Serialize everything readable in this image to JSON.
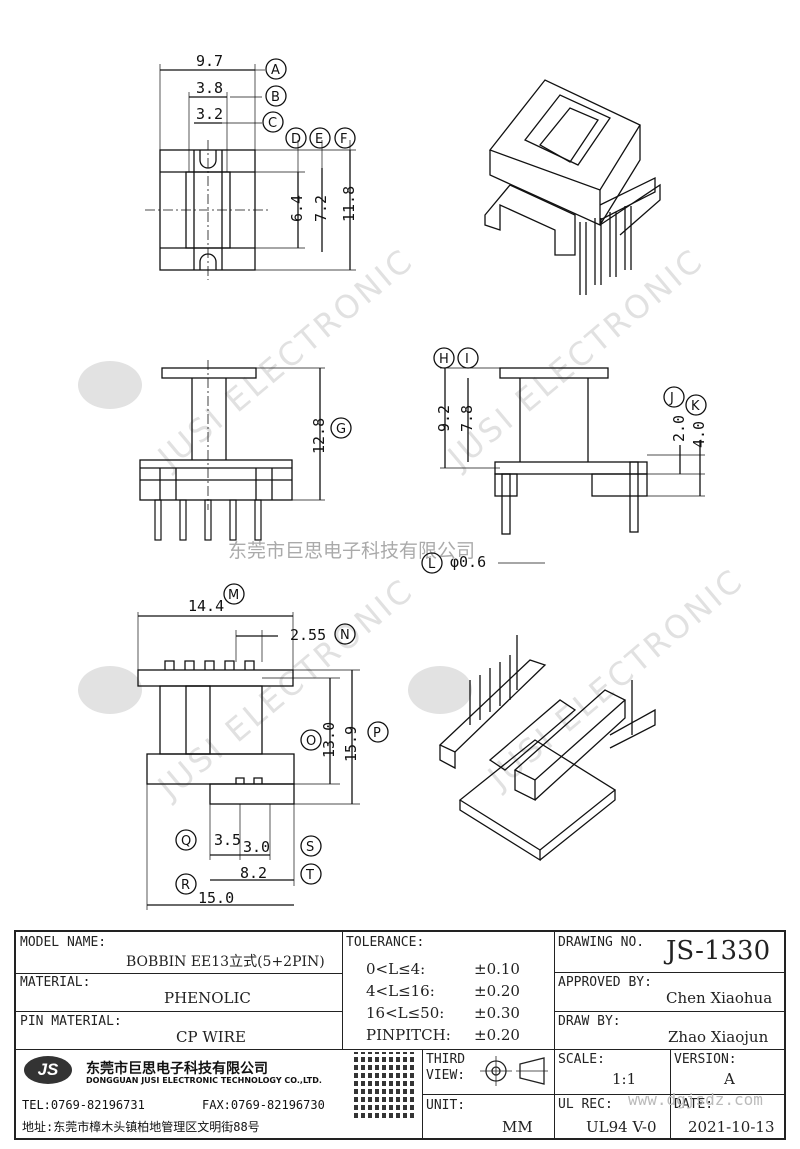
{
  "dimensions": {
    "A": "9.7",
    "B": "3.8",
    "C": "3.2",
    "D_E_F_v1": "6.4",
    "D_E_F_v2": "7.2",
    "D_E_F_v3": "11.8",
    "G": "12.8",
    "H": "9.2",
    "I": "7.8",
    "J": "2.0",
    "K": "4.0",
    "L": "φ0.6",
    "M": "14.4",
    "N": "2.55",
    "O": "13.0",
    "P": "15.9",
    "Q": "3.5",
    "S": "3.0",
    "T": "8.2",
    "R": "15.0"
  },
  "callouts": [
    "A",
    "B",
    "C",
    "D",
    "E",
    "F",
    "G",
    "H",
    "I",
    "J",
    "K",
    "L",
    "M",
    "N",
    "O",
    "P",
    "Q",
    "R",
    "S",
    "T"
  ],
  "watermark": {
    "company_cn": "东莞市巨思电子科技有限公司",
    "brand": "JUSI ELECTRONIC",
    "logo": "JS"
  },
  "title_block": {
    "model_name_label": "MODEL NAME:",
    "model_name": "BOBBIN EE13立式(5+2PIN)",
    "material_label": "MATERIAL:",
    "material": "PHENOLIC",
    "pin_material_label": "PIN MATERIAL:",
    "pin_material": "CP WIRE",
    "tolerance_label": "TOLERANCE:",
    "tolerances": [
      {
        "range": "0<L≤4:",
        "value": "±0.10"
      },
      {
        "range": "4<L≤16:",
        "value": "±0.20"
      },
      {
        "range": "16<L≤50:",
        "value": "±0.30"
      },
      {
        "range": "PINPITCH:",
        "value": "±0.20"
      }
    ],
    "drawing_no_label": "DRAWING NO.",
    "drawing_no": "JS-1330",
    "approved_by_label": "APPROVED BY:",
    "approved_by": "Chen Xiaohua",
    "draw_by_label": "DRAW BY:",
    "draw_by": "Zhao Xiaojun",
    "third_view_label_1": "THIRD",
    "third_view_label_2": "VIEW:",
    "unit_label": "UNIT:",
    "unit": "MM",
    "scale_label": "SCALE:",
    "scale": "1:1",
    "version_label": "VERSION:",
    "version": "A",
    "ul_rec_label": "UL REC:",
    "ul_rec": "UL94 V-0",
    "date_label": "DATE:",
    "date": "2021-10-13",
    "company_cn": "东莞市巨思电子科技有限公司",
    "company_en": "DONGGUAN JUSI ELECTRONIC TECHNOLOGY CO.,LTD.",
    "tel": "TEL:0769-82196731",
    "fax": "FAX:0769-82196730",
    "address": "地址:东莞市樟木头镇柏地管理区文明街88号",
    "site_watermark": "www.dgjsdz.com"
  }
}
